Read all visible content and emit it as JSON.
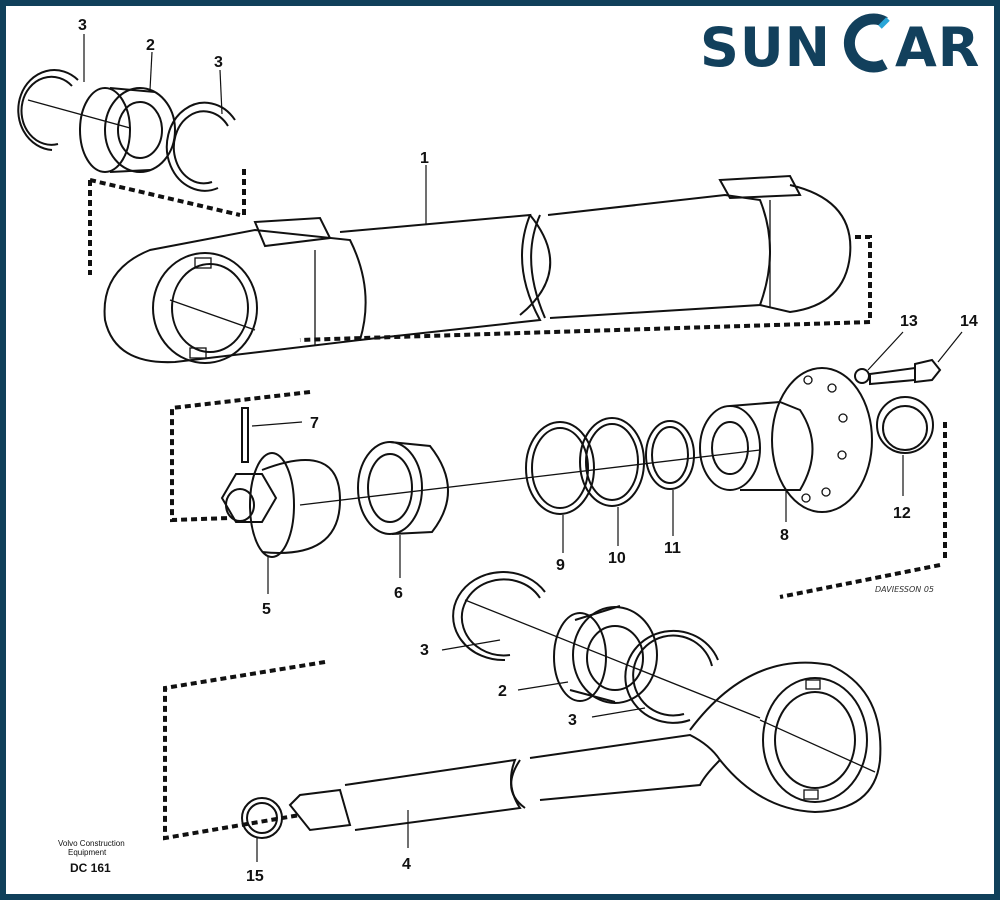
{
  "logo": {
    "text_left": "SUN",
    "text_right": "AR",
    "color": "#12405c"
  },
  "frame_color": "#10405a",
  "callouts": {
    "c1": "1",
    "c2a": "2",
    "c2b": "2",
    "c3a": "3",
    "c3b": "3",
    "c3c": "3",
    "c3d": "3",
    "c4": "4",
    "c5": "5",
    "c6": "6",
    "c7": "7",
    "c8": "8",
    "c9": "9",
    "c10": "10",
    "c11": "11",
    "c12": "12",
    "c13": "13",
    "c14": "14",
    "c15": "15"
  },
  "footer": {
    "maker_line1": "Volvo Construction",
    "maker_line2": "Equipment",
    "code": "DC 161"
  },
  "signature": "DAVIESSON 05"
}
